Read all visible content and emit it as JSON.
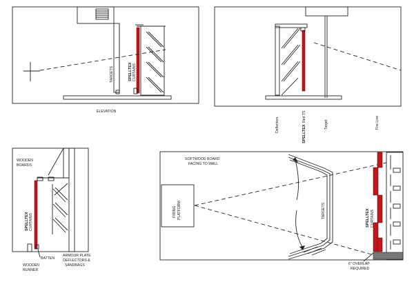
{
  "labels": {
    "elevation": "ELEVATION",
    "targets": "TARGETS",
    "spelltex": "SPELLTEX",
    "curtains": "CURTAINS",
    "deflectors": "Deflectors",
    "spelltex_red": "SPELLTEX",
    "red_ts": "Red TS",
    "target": "Target",
    "fire_line": "Fire Line",
    "wooden": "WOODEN",
    "boards": "BOARDS",
    "batten": "BATTEN",
    "runner": "RUNNER",
    "armour_1": "ARMOUR PLATE",
    "armour_2": "DEFLECTORS &",
    "armour_3": "SANDBAGS",
    "softwood_1": "SOFTWOOD BOARD",
    "softwood_2": "FACING TO WALL",
    "firing": "FIRING",
    "platform": "PLATFORM",
    "overlap_1": "6\" OVERLAP",
    "overlap_2": "REQUIRED"
  },
  "colors": {
    "curtain_red": "#c4141c",
    "line": "#222222"
  }
}
